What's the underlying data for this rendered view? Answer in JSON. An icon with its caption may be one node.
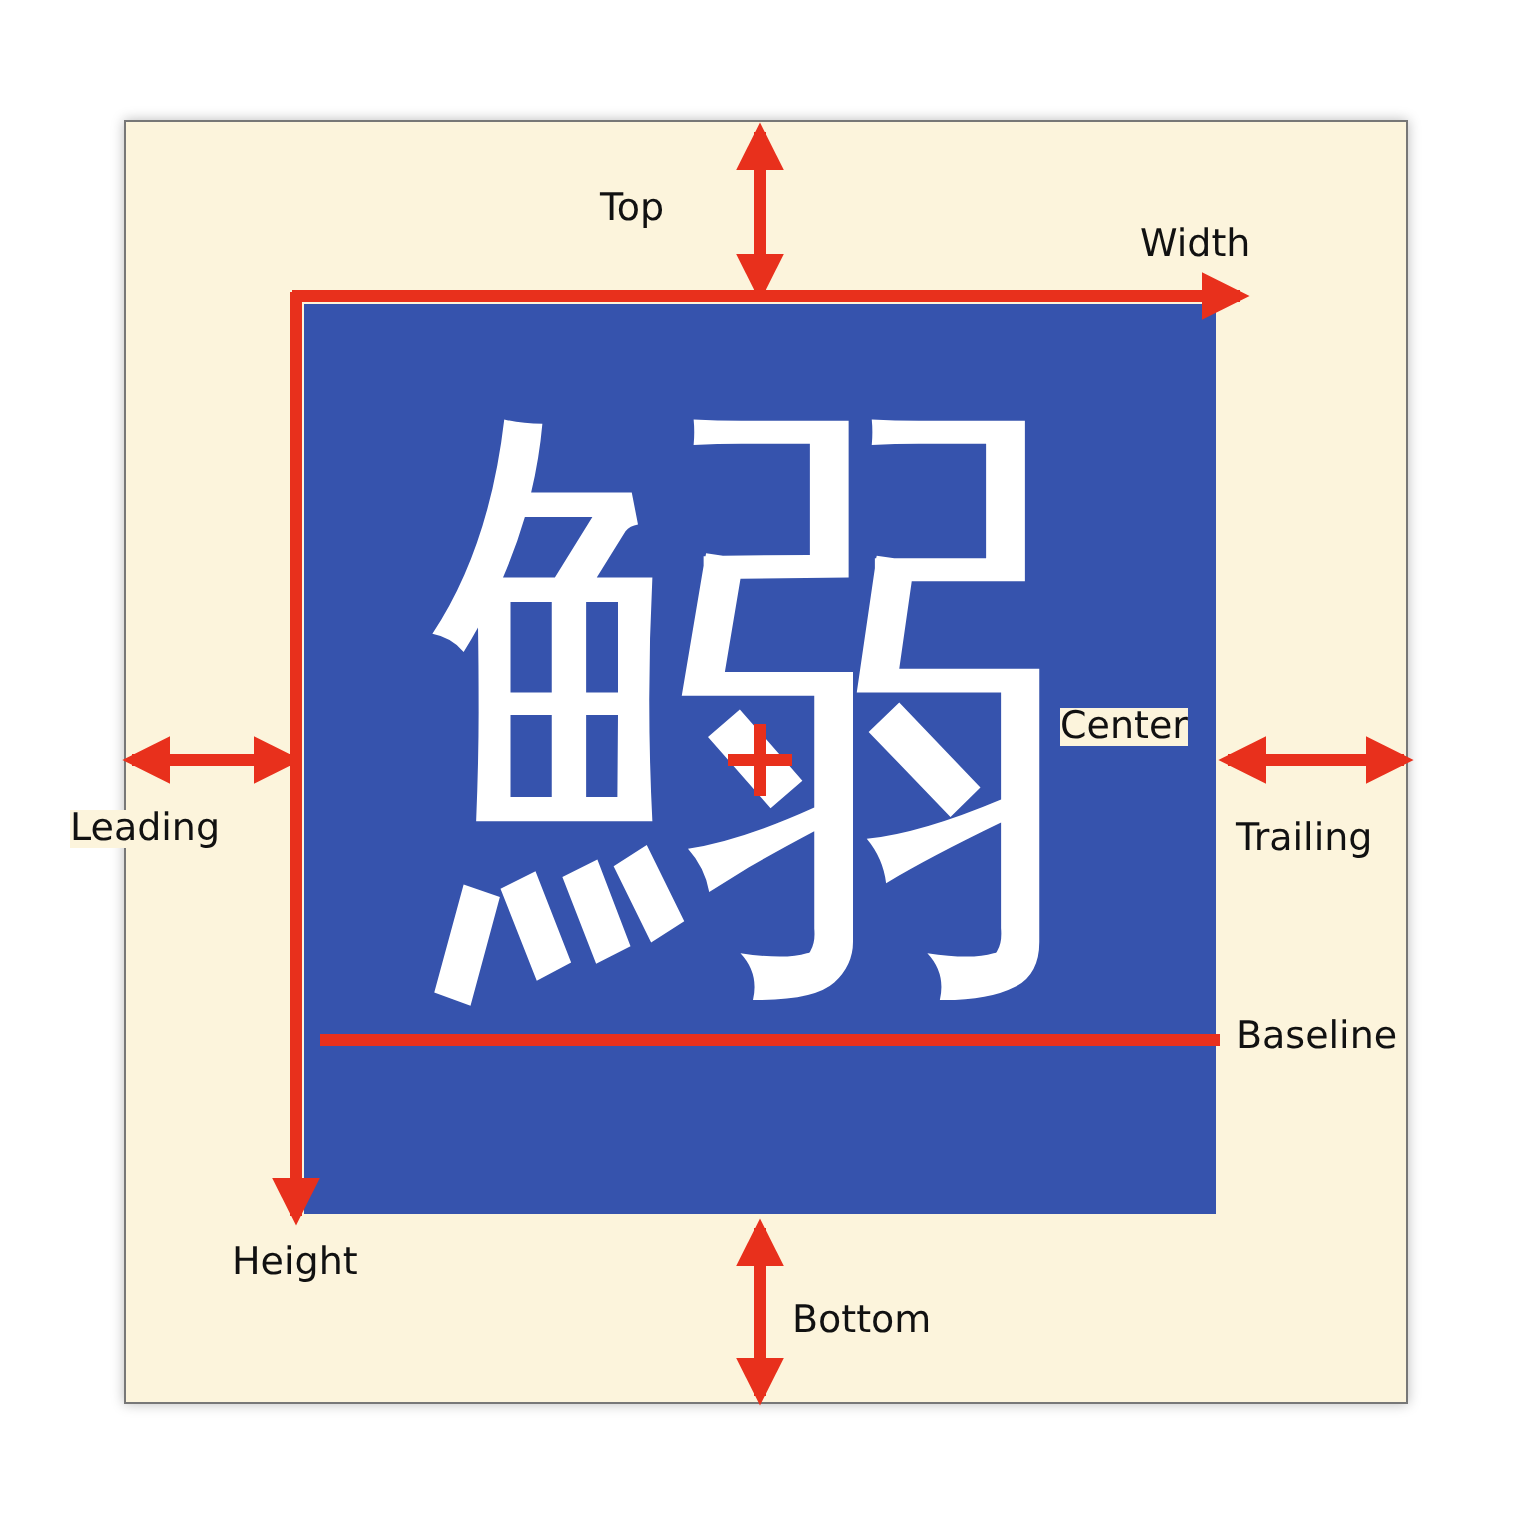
{
  "diagram": {
    "nodes": [
      {
        "text": [
          "鰯"
        ]
      }
    ],
    "labels": [
      "Top",
      "Width",
      "Center",
      "Leading",
      "Trailing",
      "Baseline",
      "Height",
      "Bottom"
    ]
  }
}
